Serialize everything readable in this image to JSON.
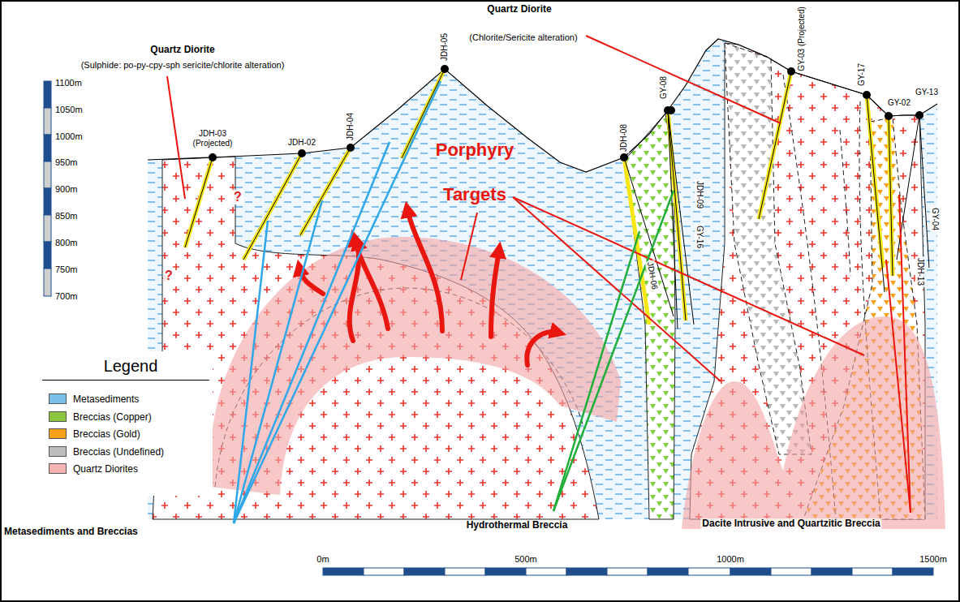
{
  "diagram": {
    "labels": [
      "Quartz Diorite",
      "(Sulphide: po-py-cpy-sph sericite/chlorite alteration)",
      "Quartz Diorite",
      "(Chlorite/Sericite alteration)",
      "JDH-03 (Projected)",
      "JDH-02",
      "JDH-04",
      "JDH-05",
      "JDH-08",
      "GY-08",
      "GY-03 (Projected)",
      "GY-17",
      "GY-02",
      "GY-13",
      "JDH-09",
      "GY-16",
      "JDH-06",
      "GY-04",
      "JDH-13",
      "?",
      "?",
      "Porphyry Targets",
      "Legend",
      "Metasediments and Breccias",
      "Hydrothermal Breccia",
      "Dacite Intrusive and Quartzitic Breccia",
      "1100m",
      "1050m",
      "1000m",
      "950m",
      "900m",
      "850m",
      "800m",
      "750m",
      "700m",
      "0m",
      "500m",
      "1000m",
      "1500m"
    ],
    "legend": [
      {
        "text": "Metasediments",
        "color": "#7cc0ea"
      },
      {
        "text": "Breccias (Copper)",
        "color": "#8cc63f"
      },
      {
        "text": "Breccias (Gold)",
        "color": "#f7a11a"
      },
      {
        "text": "Breccias (Undefined)",
        "color": "#bdbdbd"
      },
      {
        "text": "Quartz Diorites",
        "color": "#f6b3b3"
      }
    ]
  }
}
